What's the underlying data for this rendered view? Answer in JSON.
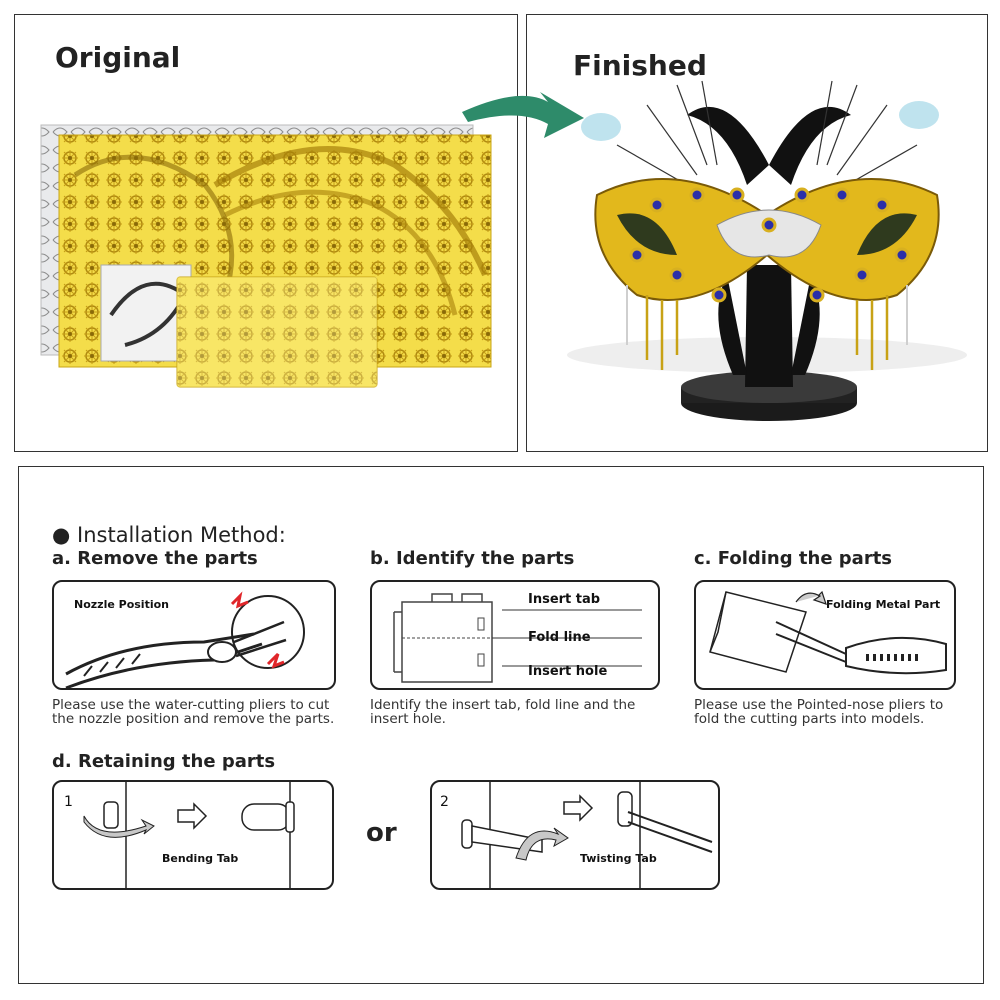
{
  "top": {
    "original_title": "Original",
    "finished_title": "Finished"
  },
  "install": {
    "heading": "Installation Method:",
    "a": {
      "title": "a. Remove the parts",
      "nozzle_label": "Nozzle Position",
      "description": "Please use the water-cutting pliers to cut the nozzle position and remove the parts."
    },
    "b": {
      "title": "b. Identify the parts",
      "insert_tab": "Insert tab",
      "fold_line": "Fold line",
      "insert_hole": "Insert hole",
      "description": "Identify the insert tab, fold line and the insert hole."
    },
    "c": {
      "title": "c. Folding the parts",
      "folding_label": "Folding Metal Part",
      "description": "Please use the Pointed-nose pliers to fold the cutting parts into models."
    },
    "d": {
      "title": "d. Retaining the parts",
      "step1_number": "1",
      "bending_tab": "Bending Tab",
      "or_text": "or",
      "step2_number": "2",
      "twisting_tab": "Twisting Tab"
    }
  },
  "colors": {
    "gold": "#e8c21a",
    "gold_light": "#f6e46a",
    "arrow_green": "#2e8b6a",
    "blue_gem": "#2a2fa8"
  }
}
